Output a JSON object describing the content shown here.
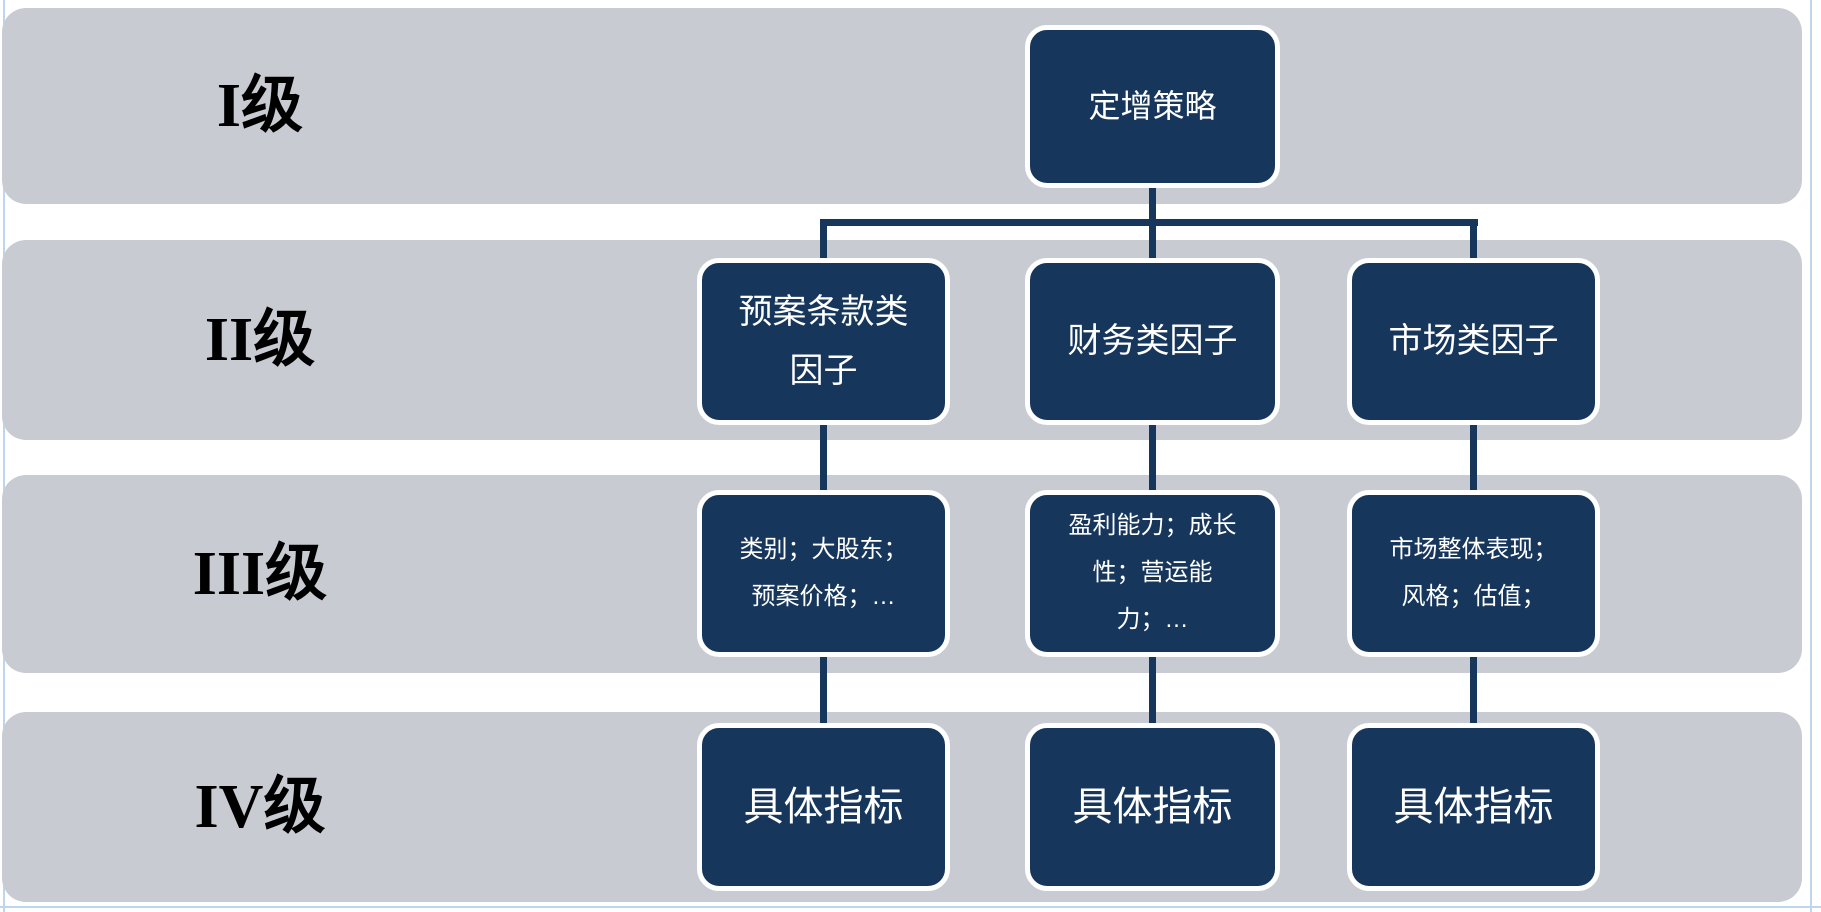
{
  "palette": {
    "band_gray": "#C8CCD2",
    "node_navy": "#17365C",
    "node_border_white": "#FFFFFF",
    "connector_navy": "#17365C",
    "label_black": "#000000",
    "edge_light_blue": "#BDD6EE"
  },
  "levels": [
    {
      "label": "I级"
    },
    {
      "label": "II级"
    },
    {
      "label": "III级"
    },
    {
      "label": "IV级"
    }
  ],
  "nodes": {
    "root": {
      "text": "定增策略"
    },
    "level2": [
      {
        "text": "预案条款类因子",
        "line1": "预案条款类",
        "line2": "因子"
      },
      {
        "text": "财务类因子",
        "line1": "财务类因子",
        "line2": ""
      },
      {
        "text": "市场类因子",
        "line1": "市场类因子",
        "line2": ""
      }
    ],
    "level3": [
      {
        "text": "类别；大股东；预案价格；…",
        "line1": "类别；大股东；",
        "line2": "预案价格；…",
        "line3": ""
      },
      {
        "text": "盈利能力；成长性；营运能力；…",
        "line1": "盈利能力；成长",
        "line2": "性；营运能",
        "line3": "力；…"
      },
      {
        "text": "市场整体表现；风格；估值；",
        "line1": "市场整体表现；",
        "line2": "风格；估值；",
        "line3": ""
      }
    ],
    "level4": [
      {
        "text": "具体指标"
      },
      {
        "text": "具体指标"
      },
      {
        "text": "具体指标"
      }
    ]
  }
}
